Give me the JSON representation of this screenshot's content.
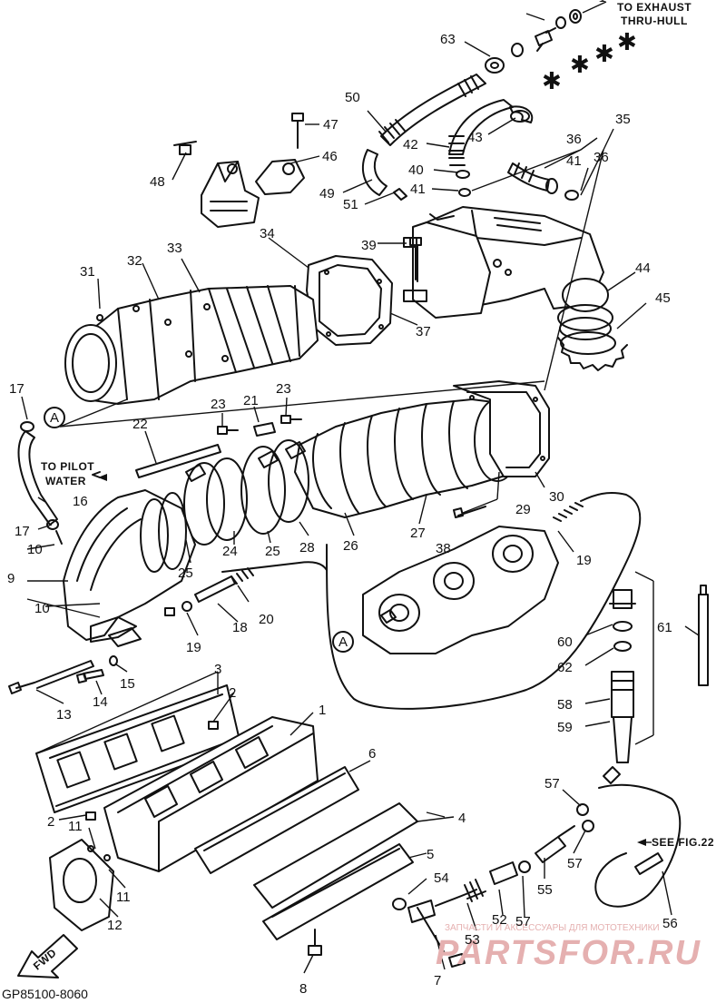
{
  "diagram": {
    "code": "GP85100-8060",
    "notes": {
      "to_exhaust": "TO EXHAUST",
      "thru_hull": "THRU-HULL",
      "to_pilot": "TO PILOT",
      "water": "WATER",
      "see_fig": "SEE FIG.22",
      "fwd": "FWD"
    },
    "ref_marker": "A",
    "asterisk": "✱",
    "callouts": [
      "1",
      "2",
      "2",
      "3",
      "4",
      "5",
      "6",
      "7",
      "8",
      "9",
      "10",
      "10",
      "11",
      "11",
      "12",
      "13",
      "14",
      "15",
      "16",
      "17",
      "17",
      "18",
      "19",
      "19",
      "20",
      "21",
      "22",
      "23",
      "23",
      "24",
      "25",
      "25",
      "26",
      "27",
      "28",
      "29",
      "30",
      "31",
      "32",
      "33",
      "34",
      "35",
      "36",
      "36",
      "37",
      "38",
      "39",
      "40",
      "41",
      "41",
      "42",
      "43",
      "44",
      "45",
      "46",
      "47",
      "48",
      "49",
      "50",
      "51",
      "52",
      "53",
      "54",
      "55",
      "56",
      "57",
      "57",
      "57",
      "58",
      "59",
      "60",
      "61",
      "62",
      "63"
    ]
  },
  "watermark": {
    "caption": "ЗАПЧАСТИ И АКСЕССУАРЫ ДЛЯ МОТОТЕХНИКИ",
    "brand": "PARTSFOR.RU"
  }
}
